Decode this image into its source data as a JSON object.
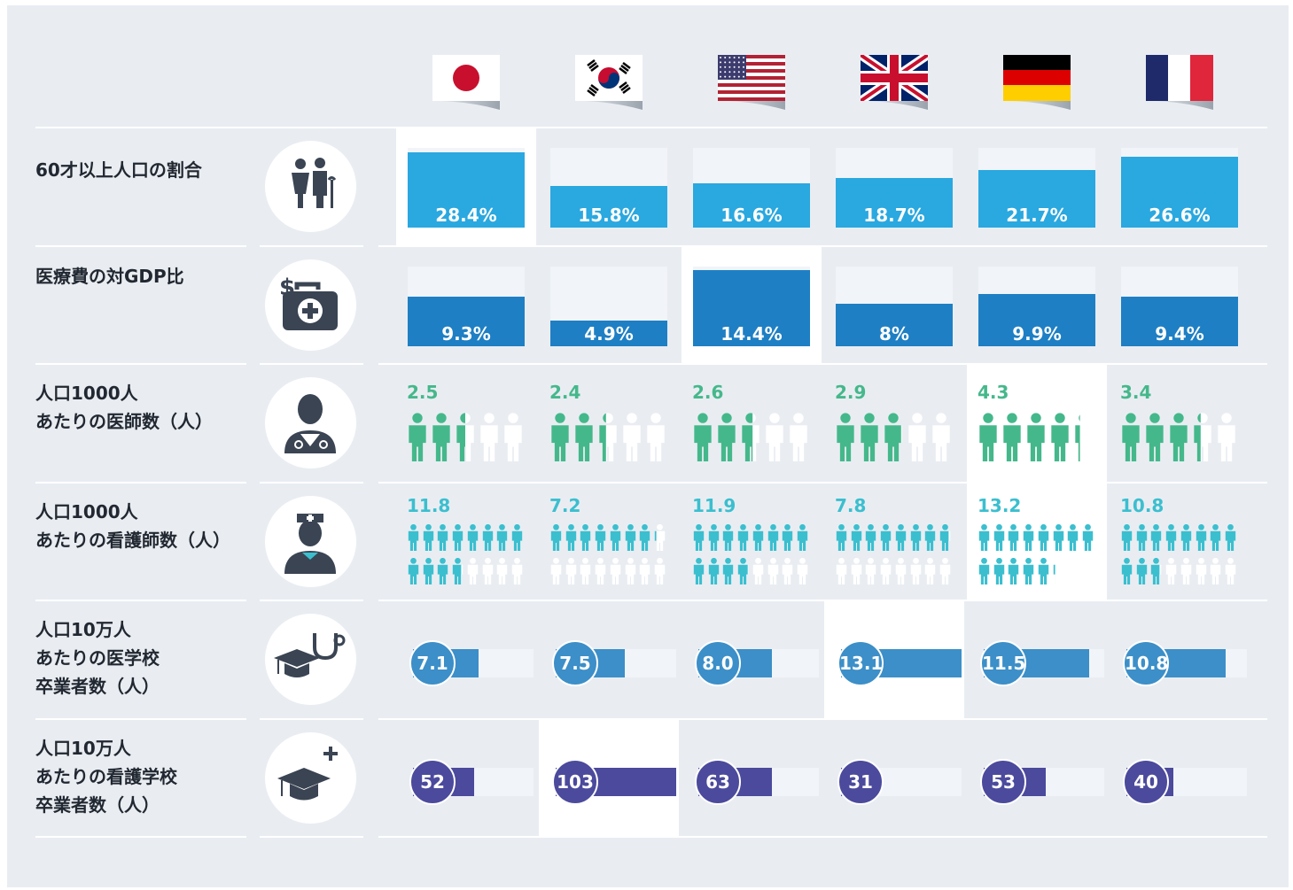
{
  "countries": [
    {
      "name": "Japan",
      "flag": "japan-flag"
    },
    {
      "name": "South Korea",
      "flag": "korea-flag"
    },
    {
      "name": "United States",
      "flag": "usa-flag"
    },
    {
      "name": "United Kingdom",
      "flag": "uk-flag"
    },
    {
      "name": "Germany",
      "flag": "germany-flag"
    },
    {
      "name": "France",
      "flag": "france-flag"
    }
  ],
  "colors": {
    "bar_light": "#2aa8e0",
    "bar_dark": "#1e7fc4",
    "doctor_green": "#45b88b",
    "nurse_teal": "#3bbfcf",
    "med_school_blue": "#3c8fc8",
    "nurse_school_purple": "#4b4a9c",
    "icon_dark": "#3a4453"
  },
  "rows": [
    {
      "label": "60才以上人口の割合",
      "icon": "elderly-couple-icon"
    },
    {
      "label": "医療費の対GDP比",
      "icon": "medical-kit-dollar-icon"
    },
    {
      "label": "人口1000人\nあたりの医師数（人）",
      "icon": "doctor-icon"
    },
    {
      "label": "人口1000人\nあたりの看護師数（人）",
      "icon": "nurse-icon"
    },
    {
      "label": "人口10万人\nあたりの医学校\n卒業者数（人）",
      "icon": "graduation-stethoscope-icon"
    },
    {
      "label": "人口10万人\nあたりの看護学校\n卒業者数（人）",
      "icon": "graduation-plus-icon"
    }
  ],
  "chart_data": [
    {
      "type": "bar",
      "categories": [
        "Japan",
        "South Korea",
        "United States",
        "United Kingdom",
        "Germany",
        "France"
      ],
      "values": [
        28.4,
        15.8,
        16.6,
        18.7,
        21.7,
        26.6
      ],
      "labels": [
        "28.4%",
        "15.8%",
        "16.6%",
        "18.7%",
        "21.7%",
        "26.6%"
      ],
      "highlight": 0
    },
    {
      "type": "bar",
      "categories": [
        "Japan",
        "South Korea",
        "United States",
        "United Kingdom",
        "Germany",
        "France"
      ],
      "values": [
        9.3,
        4.9,
        14.4,
        8,
        9.9,
        9.4
      ],
      "labels": [
        "9.3%",
        "4.9%",
        "14.4%",
        "8%",
        "9.9%",
        "9.4%"
      ],
      "highlight": 2
    },
    {
      "type": "pictograph",
      "categories": [
        "Japan",
        "South Korea",
        "United States",
        "United Kingdom",
        "Germany",
        "France"
      ],
      "values": [
        2.5,
        2.4,
        2.6,
        2.9,
        4.3,
        3.4
      ],
      "labels": [
        "2.5",
        "2.4",
        "2.6",
        "2.9",
        "4.3",
        "3.4"
      ],
      "icons_total": 5,
      "highlight": 4
    },
    {
      "type": "pictograph",
      "categories": [
        "Japan",
        "South Korea",
        "United States",
        "United Kingdom",
        "Germany",
        "France"
      ],
      "values": [
        11.8,
        7.2,
        11.9,
        7.8,
        13.2,
        10.8
      ],
      "labels": [
        "11.8",
        "7.2",
        "11.9",
        "7.8",
        "13.2",
        "10.8"
      ],
      "icons_total": 16,
      "highlight": 4
    },
    {
      "type": "bar",
      "orientation": "horizontal",
      "categories": [
        "Japan",
        "South Korea",
        "United States",
        "United Kingdom",
        "Germany",
        "France"
      ],
      "values": [
        7.1,
        7.5,
        8.0,
        13.1,
        11.5,
        10.8
      ],
      "labels": [
        "7.1",
        "7.5",
        "8.0",
        "13.1",
        "11.5",
        "10.8"
      ],
      "highlight": 3
    },
    {
      "type": "bar",
      "orientation": "horizontal",
      "categories": [
        "Japan",
        "South Korea",
        "United States",
        "United Kingdom",
        "Germany",
        "France"
      ],
      "values": [
        52,
        103,
        63,
        31,
        53,
        40
      ],
      "labels": [
        "52",
        "103",
        "63",
        "31",
        "53",
        "40"
      ],
      "highlight": 1
    }
  ]
}
